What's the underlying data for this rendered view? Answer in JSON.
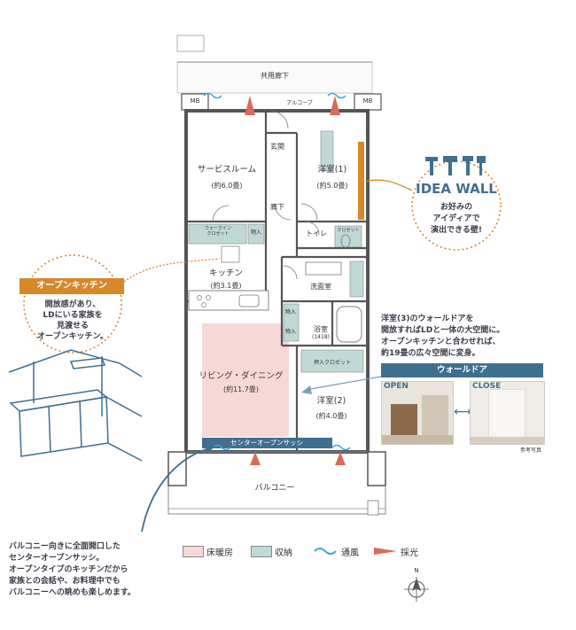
{
  "plan": {
    "corridor": "共用廊下",
    "alcove": "アルコーブ",
    "mb_left": "MB",
    "mb_right": "MB",
    "entrance": "玄関",
    "hallway": "廊下",
    "service_room": "サービスルーム",
    "service_room_size": "(約6.0畳)",
    "western1": "洋室(1)",
    "western1_size": "(約5.0畳)",
    "walkin_closet": "ウォークイン\nクロゼット",
    "storage": "物入",
    "toilet": "トイレ",
    "closet": "クロゼット",
    "kitchen": "キッチン",
    "kitchen_size": "(約3.1畳)",
    "washroom": "洗面室",
    "bath": "浴室",
    "bath_size": "(1418)",
    "ldk": "リビング・ダイニング",
    "ldk_size": "(約11.7畳)",
    "western2": "洋室(2)",
    "western2_size": "(約4.0畳)",
    "oshiire": "押入クロゼット",
    "center_sash": "センターオープンサッシ",
    "balcony": "バルコニー",
    "storage2": "物入",
    "storage3": "物入"
  },
  "idea_wall": {
    "title": "IDEA WALL",
    "text": [
      "お好みの",
      "アイディアで",
      "演出できる壁!"
    ]
  },
  "open_kitchen": {
    "title": "オープンキッチン",
    "text": [
      "開放感があり、",
      "LDにいる家族を",
      "見渡せる",
      "オープンキッチン。"
    ]
  },
  "walldoor_note": {
    "lines": [
      "洋室(3)のウォールドアを",
      "開放すればLDと一体の大空間に。",
      "オープンキッチンと合わせれば、",
      "約19畳の広々空間に変身。"
    ]
  },
  "walldoor": {
    "title": "ウォールドア",
    "open": "OPEN",
    "close": "CLOSE",
    "ref_photo": "参考写真"
  },
  "balcony_note": {
    "lines": [
      "バルコニー向きに全面開口した",
      "センターオープンサッシ。",
      "オープンタイプのキッチンだから",
      "家族との会話や、お料理中でも",
      "バルコニーへの眺めも楽しめます。"
    ]
  },
  "legend": {
    "floor_heating": "床暖房",
    "storage": "収納",
    "ventilation": "通風",
    "daylight": "採光"
  },
  "compass": {
    "north": "N"
  },
  "colors": {
    "accent": "#d6882a",
    "floor_heating": "#f6d9d7",
    "storage": "#c0d9d6",
    "wall": "#555555",
    "note_text": "#3a3a4a",
    "idea_wall": "#d6882a"
  }
}
